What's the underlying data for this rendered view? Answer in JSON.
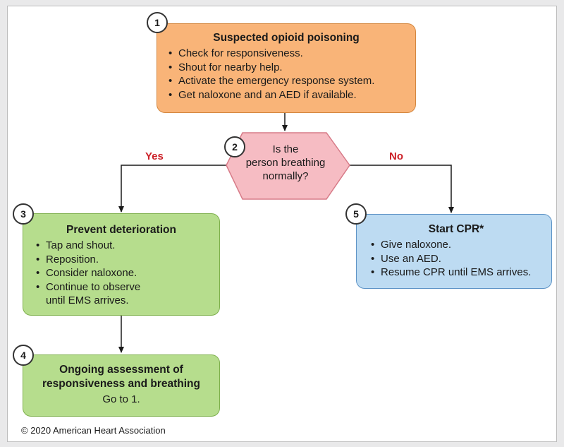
{
  "step1": {
    "number": "1",
    "title": "Suspected opioid poisoning",
    "bullets": [
      "Check for responsiveness.",
      "Shout for nearby help.",
      "Activate the emergency response system.",
      "Get naloxone and an AED if available."
    ]
  },
  "step2": {
    "number": "2",
    "lines": [
      "Is the",
      "person breathing",
      "normally?"
    ]
  },
  "branches": {
    "yes": "Yes",
    "no": "No"
  },
  "step3": {
    "number": "3",
    "title": "Prevent deterioration",
    "bullets": [
      "Tap and shout.",
      "Reposition.",
      "Consider naloxone.",
      "Continue to observe until EMS arrives."
    ]
  },
  "step4": {
    "number": "4",
    "title_lines": [
      "Ongoing assessment of",
      "responsiveness and breathing"
    ],
    "text": "Go to 1."
  },
  "step5": {
    "number": "5",
    "title": "Start CPR*",
    "bullets": [
      "Give naloxone.",
      "Use an AED.",
      "Resume CPR until EMS arrives."
    ]
  },
  "footer": {
    "copyright": "© 2020 American Heart Association"
  },
  "colors": {
    "step1_fill": "#f9b478",
    "step2_fill": "#f6bcc3",
    "step3_fill": "#b6dd8d",
    "step4_fill": "#b6dd8d",
    "step5_fill": "#bddbf2",
    "branch_label": "#cc2027"
  }
}
